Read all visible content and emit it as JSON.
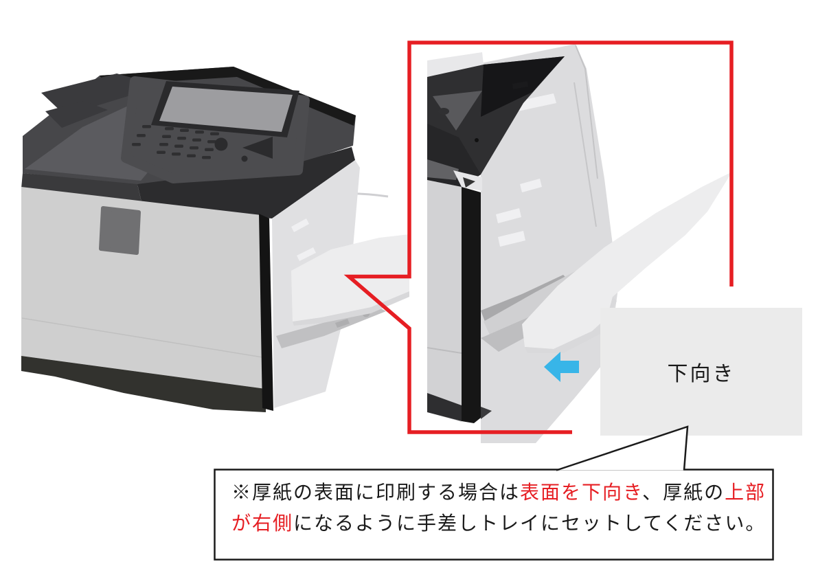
{
  "figure": {
    "title_hint": "bypass-tray-thick-paper-orientation-diagram",
    "magnified_label": "下向き",
    "note": {
      "line1": {
        "seg1": "※厚紙の表面に印刷する場合は",
        "seg2": "表面を下向き",
        "seg3": "、厚紙の",
        "seg4": "上部"
      },
      "line2": {
        "seg1": "が右側",
        "seg2": "になるように手差しトレイにセットしてください。"
      }
    }
  },
  "colors": {
    "accent_red": "#e61e23",
    "arrow_blue": "#38b5e8",
    "paper_gray": "#ebebeb",
    "line_black": "#1a1a1a"
  },
  "icons": {
    "direction_arrow": "left-arrow-icon"
  }
}
